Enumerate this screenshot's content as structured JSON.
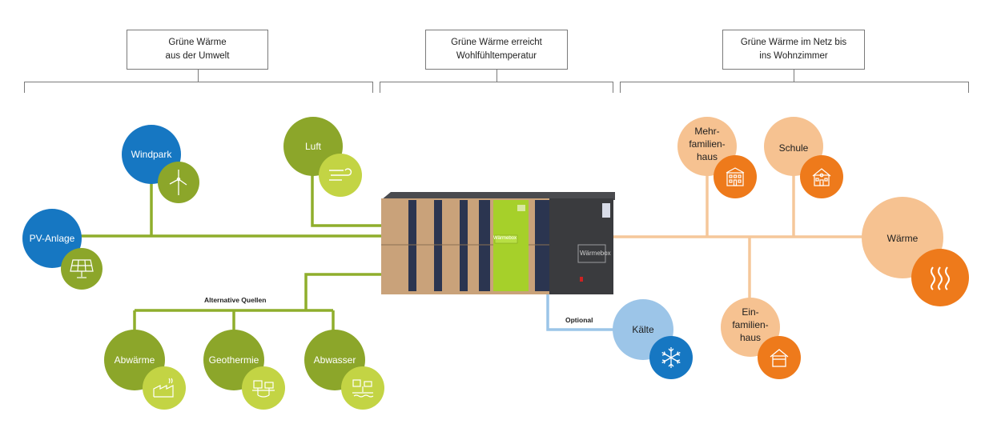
{
  "headers": [
    {
      "id": "left",
      "text": "Grüne Wärme\naus der Umwelt"
    },
    {
      "id": "middle",
      "text": "Grüne Wärme erreicht\nWohlfühltemperatur"
    },
    {
      "id": "right",
      "text": "Grüne Wärme im Netz bis\nins Wohnzimmer"
    }
  ],
  "sources": {
    "windpark": {
      "label": "Windpark",
      "icon": "wind-turbine-icon"
    },
    "pv": {
      "label": "PV-Anlage",
      "icon": "solar-panel-icon"
    },
    "luft": {
      "label": "Luft",
      "icon": "air-icon"
    },
    "alternative_label": "Alternative Quellen",
    "abwaerme": {
      "label": "Abwärme",
      "icon": "factory-icon"
    },
    "geothermie": {
      "label": "Geothermie",
      "icon": "geothermal-icon"
    },
    "abwasser": {
      "label": "Abwasser",
      "icon": "wastewater-icon"
    }
  },
  "center": {
    "box_label": "Wärmebox",
    "box_side_label": "Wärmebox",
    "optional_label": "Optional",
    "kaelte": {
      "label": "Kälte",
      "icon": "snowflake-icon"
    }
  },
  "consumers": {
    "mehrfamilienhaus": {
      "label": "Mehr-\nfamilien-\nhaus",
      "icon": "apartment-building-icon"
    },
    "schule": {
      "label": "Schule",
      "icon": "school-icon"
    },
    "waerme": {
      "label": "Wärme",
      "icon": "heat-waves-icon"
    },
    "einfamilienhaus": {
      "label": "Ein-\nfamilien-\nhaus",
      "icon": "house-icon"
    }
  },
  "colors": {
    "green_dark": "#8ca62a",
    "green_light": "#c3d444",
    "blue_dark": "#1677c2",
    "blue_light": "#9cc5e8",
    "orange_dark": "#ee7a1b",
    "orange_light": "#f6c291",
    "line_green": "#8fae2c",
    "line_orange": "#f5c79a",
    "line_blue": "#9cc5e8",
    "box_lime": "#a6d02a",
    "box_wood": "#c9a27a",
    "box_dark": "#3a3b3e"
  }
}
